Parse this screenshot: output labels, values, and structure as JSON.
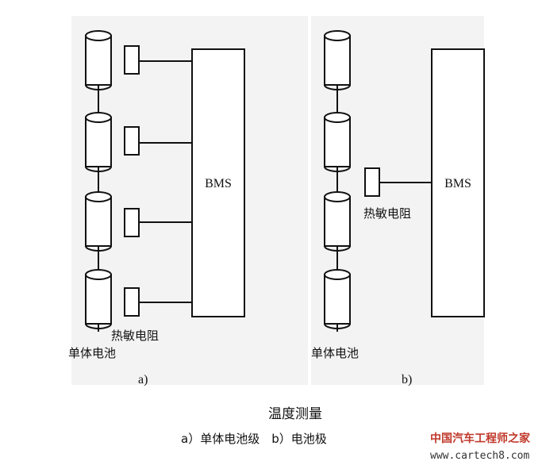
{
  "panel_a": {
    "label": "a)",
    "bms_label": "BMS",
    "thermistor_label": "热敏电阻",
    "cell_label": "单体电池"
  },
  "panel_b": {
    "label": "b)",
    "bms_label": "BMS",
    "thermistor_label": "热敏电阻",
    "cell_label": "单体电池"
  },
  "caption": {
    "title": "温度测量",
    "subtitle": "a）单体电池级　b）电池极"
  },
  "watermark": {
    "brand": "中国汽车工程师之家",
    "url": "www.cartech8.com"
  }
}
